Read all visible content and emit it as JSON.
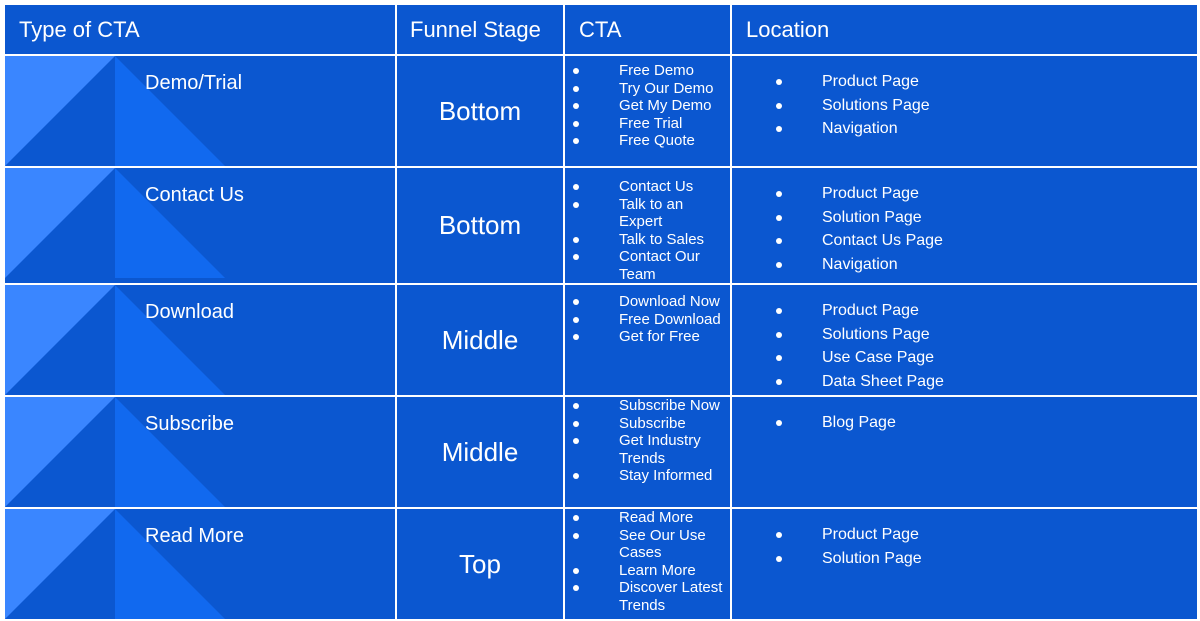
{
  "headers": {
    "type": "Type of CTA",
    "funnel": "Funnel Stage",
    "cta": "CTA",
    "location": "Location"
  },
  "rows": [
    {
      "type": "Demo/Trial",
      "stage": "Bottom",
      "ctas": [
        "Free Demo",
        "Try Our Demo",
        "Get My Demo",
        "Free Trial",
        "Free Quote"
      ],
      "locations": [
        "Product Page",
        "Solutions Page",
        "Navigation"
      ]
    },
    {
      "type": "Contact Us",
      "stage": "Bottom",
      "ctas": [
        "Contact Us",
        "Talk to an Expert",
        "Talk to Sales",
        "Contact Our Team"
      ],
      "locations": [
        "Product Page",
        "Solution Page",
        "Contact Us Page",
        "Navigation"
      ]
    },
    {
      "type": "Download",
      "stage": "Middle",
      "ctas": [
        "Download Now",
        "Free Download",
        "Get for Free"
      ],
      "locations": [
        "Product Page",
        "Solutions Page",
        "Use Case Page",
        "Data Sheet Page"
      ]
    },
    {
      "type": "Subscribe",
      "stage": "Middle",
      "ctas": [
        "Subscribe Now",
        "Subscribe",
        "Get Industry Trends",
        "Stay Informed"
      ],
      "locations": [
        "Blog Page"
      ]
    },
    {
      "type": "Read More",
      "stage": "Top",
      "ctas": [
        "Read More",
        "See Our Use Cases",
        "Learn More",
        "Discover Latest Trends"
      ],
      "locations": [
        "Product Page",
        "Solution Page"
      ]
    }
  ],
  "colors": {
    "cell_blue": "#0b57d0",
    "accent_light": "#3a86ff",
    "accent_mid": "#1169ef",
    "border": "#ffffff"
  }
}
